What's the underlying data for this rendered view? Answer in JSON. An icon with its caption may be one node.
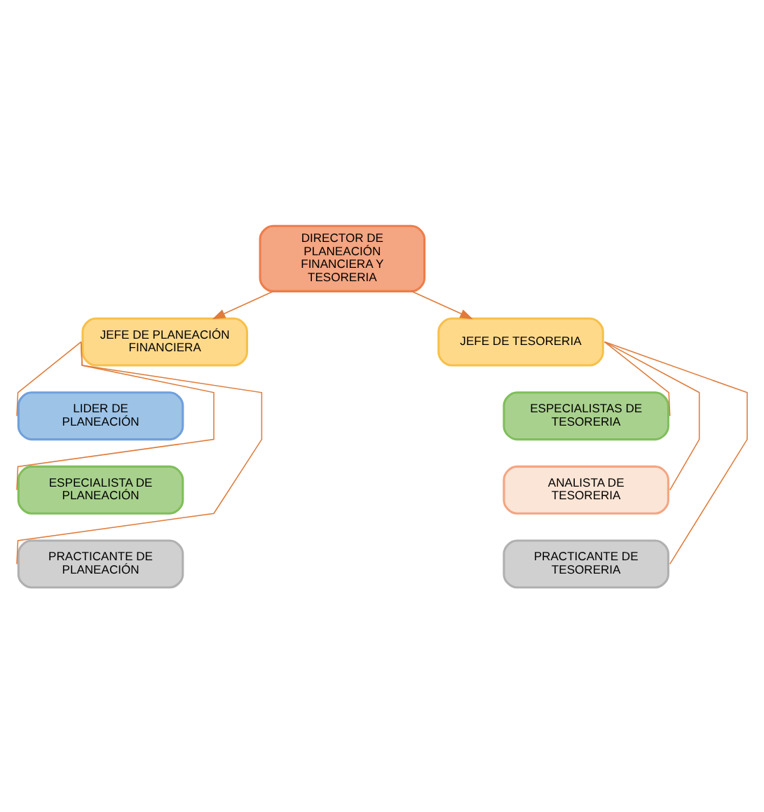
{
  "diagram": {
    "nodes": [
      {
        "text": [
          "DIRECTOR DE PLANEACIÓN FINANCIERA Y TESORERIA"
        ]
      },
      {
        "text": [
          "JEFE DE PLANEACIÓN FINANCIERA"
        ]
      },
      {
        "text": [
          "LIDER DE PLANEACIÓN"
        ]
      },
      {
        "text": [
          "ESPECIALISTA DE PLANEACIÓN"
        ]
      },
      {
        "text": [
          "PRACTICANTE DE PLANEACIÓN"
        ]
      },
      {
        "text": [
          "JEFE DE TESORERIA"
        ]
      },
      {
        "text": [
          "ESPECIALISTAS DE TESORERIA"
        ]
      },
      {
        "text": [
          "ANALISTA DE TESORERIA"
        ]
      },
      {
        "text": [
          "PRACTICANTE DE TESORERIA"
        ]
      }
    ],
    "edges": [
      {
        "from": 0,
        "to": 1,
        "arrow": "to"
      },
      {
        "from": 0,
        "to": 5,
        "arrow": "to"
      },
      {
        "from": 1,
        "to": 2,
        "arrow": "none"
      },
      {
        "from": 1,
        "to": 3,
        "arrow": "none"
      },
      {
        "from": 1,
        "to": 4,
        "arrow": "none"
      },
      {
        "from": 5,
        "to": 6,
        "arrow": "none"
      },
      {
        "from": 5,
        "to": 7,
        "arrow": "none"
      },
      {
        "from": 5,
        "to": 8,
        "arrow": "none"
      }
    ]
  }
}
